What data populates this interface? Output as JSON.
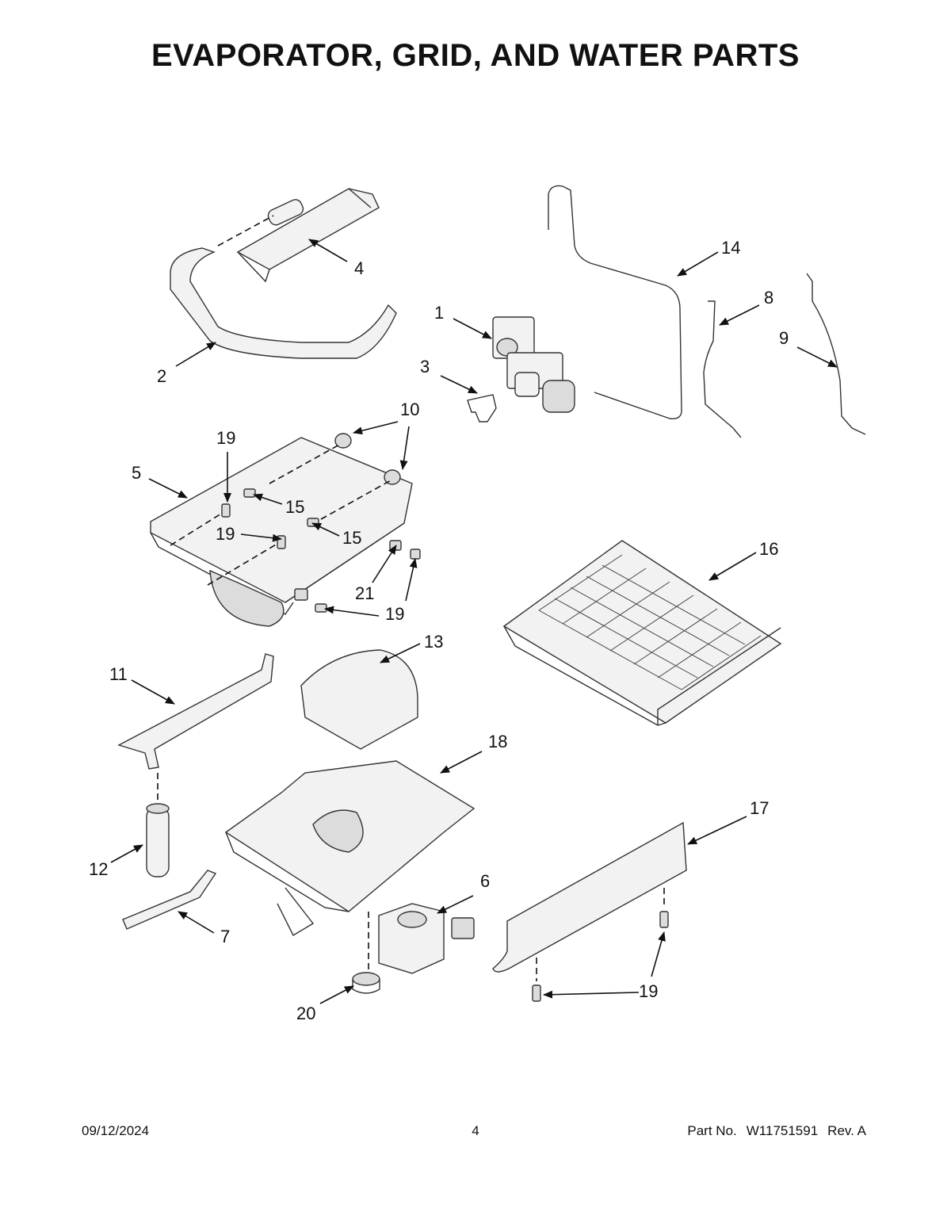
{
  "title": "EVAPORATOR, GRID, AND WATER PARTS",
  "footer": {
    "date": "09/12/2024",
    "page": "4",
    "part_label": "Part No.",
    "part_number": "W11751591",
    "revision": "Rev.  A"
  },
  "callouts": {
    "c1": "1",
    "c2": "2",
    "c3": "3",
    "c4": "4",
    "c5": "5",
    "c6": "6",
    "c7": "7",
    "c8": "8",
    "c9": "9",
    "c10": "10",
    "c11": "11",
    "c12": "12",
    "c13": "13",
    "c14": "14",
    "c15a": "15",
    "c15b": "15",
    "c16": "16",
    "c17": "17",
    "c18": "18",
    "c19a": "19",
    "c19b": "19",
    "c19c": "19",
    "c19d": "19",
    "c20": "20",
    "c21": "21"
  }
}
